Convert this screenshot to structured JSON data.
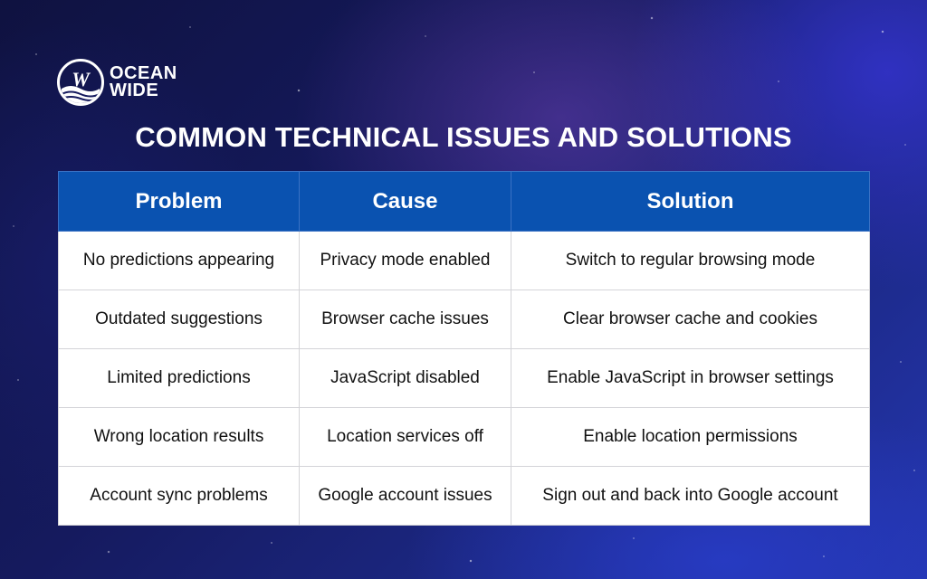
{
  "brand": {
    "name_line1": "OCEAN",
    "name_line2": "WIDE",
    "logo_icon": "ocean-wave-w-logo"
  },
  "title": "COMMON TECHNICAL ISSUES AND SOLUTIONS",
  "table": {
    "headers": [
      "Problem",
      "Cause",
      "Solution"
    ],
    "rows": [
      [
        "No predictions appearing",
        "Privacy mode enabled",
        "Switch to regular browsing mode"
      ],
      [
        "Outdated suggestions",
        "Browser cache issues",
        "Clear browser cache and cookies"
      ],
      [
        "Limited predictions",
        "JavaScript disabled",
        "Enable JavaScript in browser settings"
      ],
      [
        "Wrong location results",
        "Location services off",
        "Enable location permissions"
      ],
      [
        "Account sync problems",
        "Google account issues",
        "Sign out and back into Google account"
      ]
    ]
  },
  "colors": {
    "header_bg": "#0a52b0",
    "header_text": "#ffffff",
    "cell_text": "#111111",
    "background": "#151a5e"
  }
}
